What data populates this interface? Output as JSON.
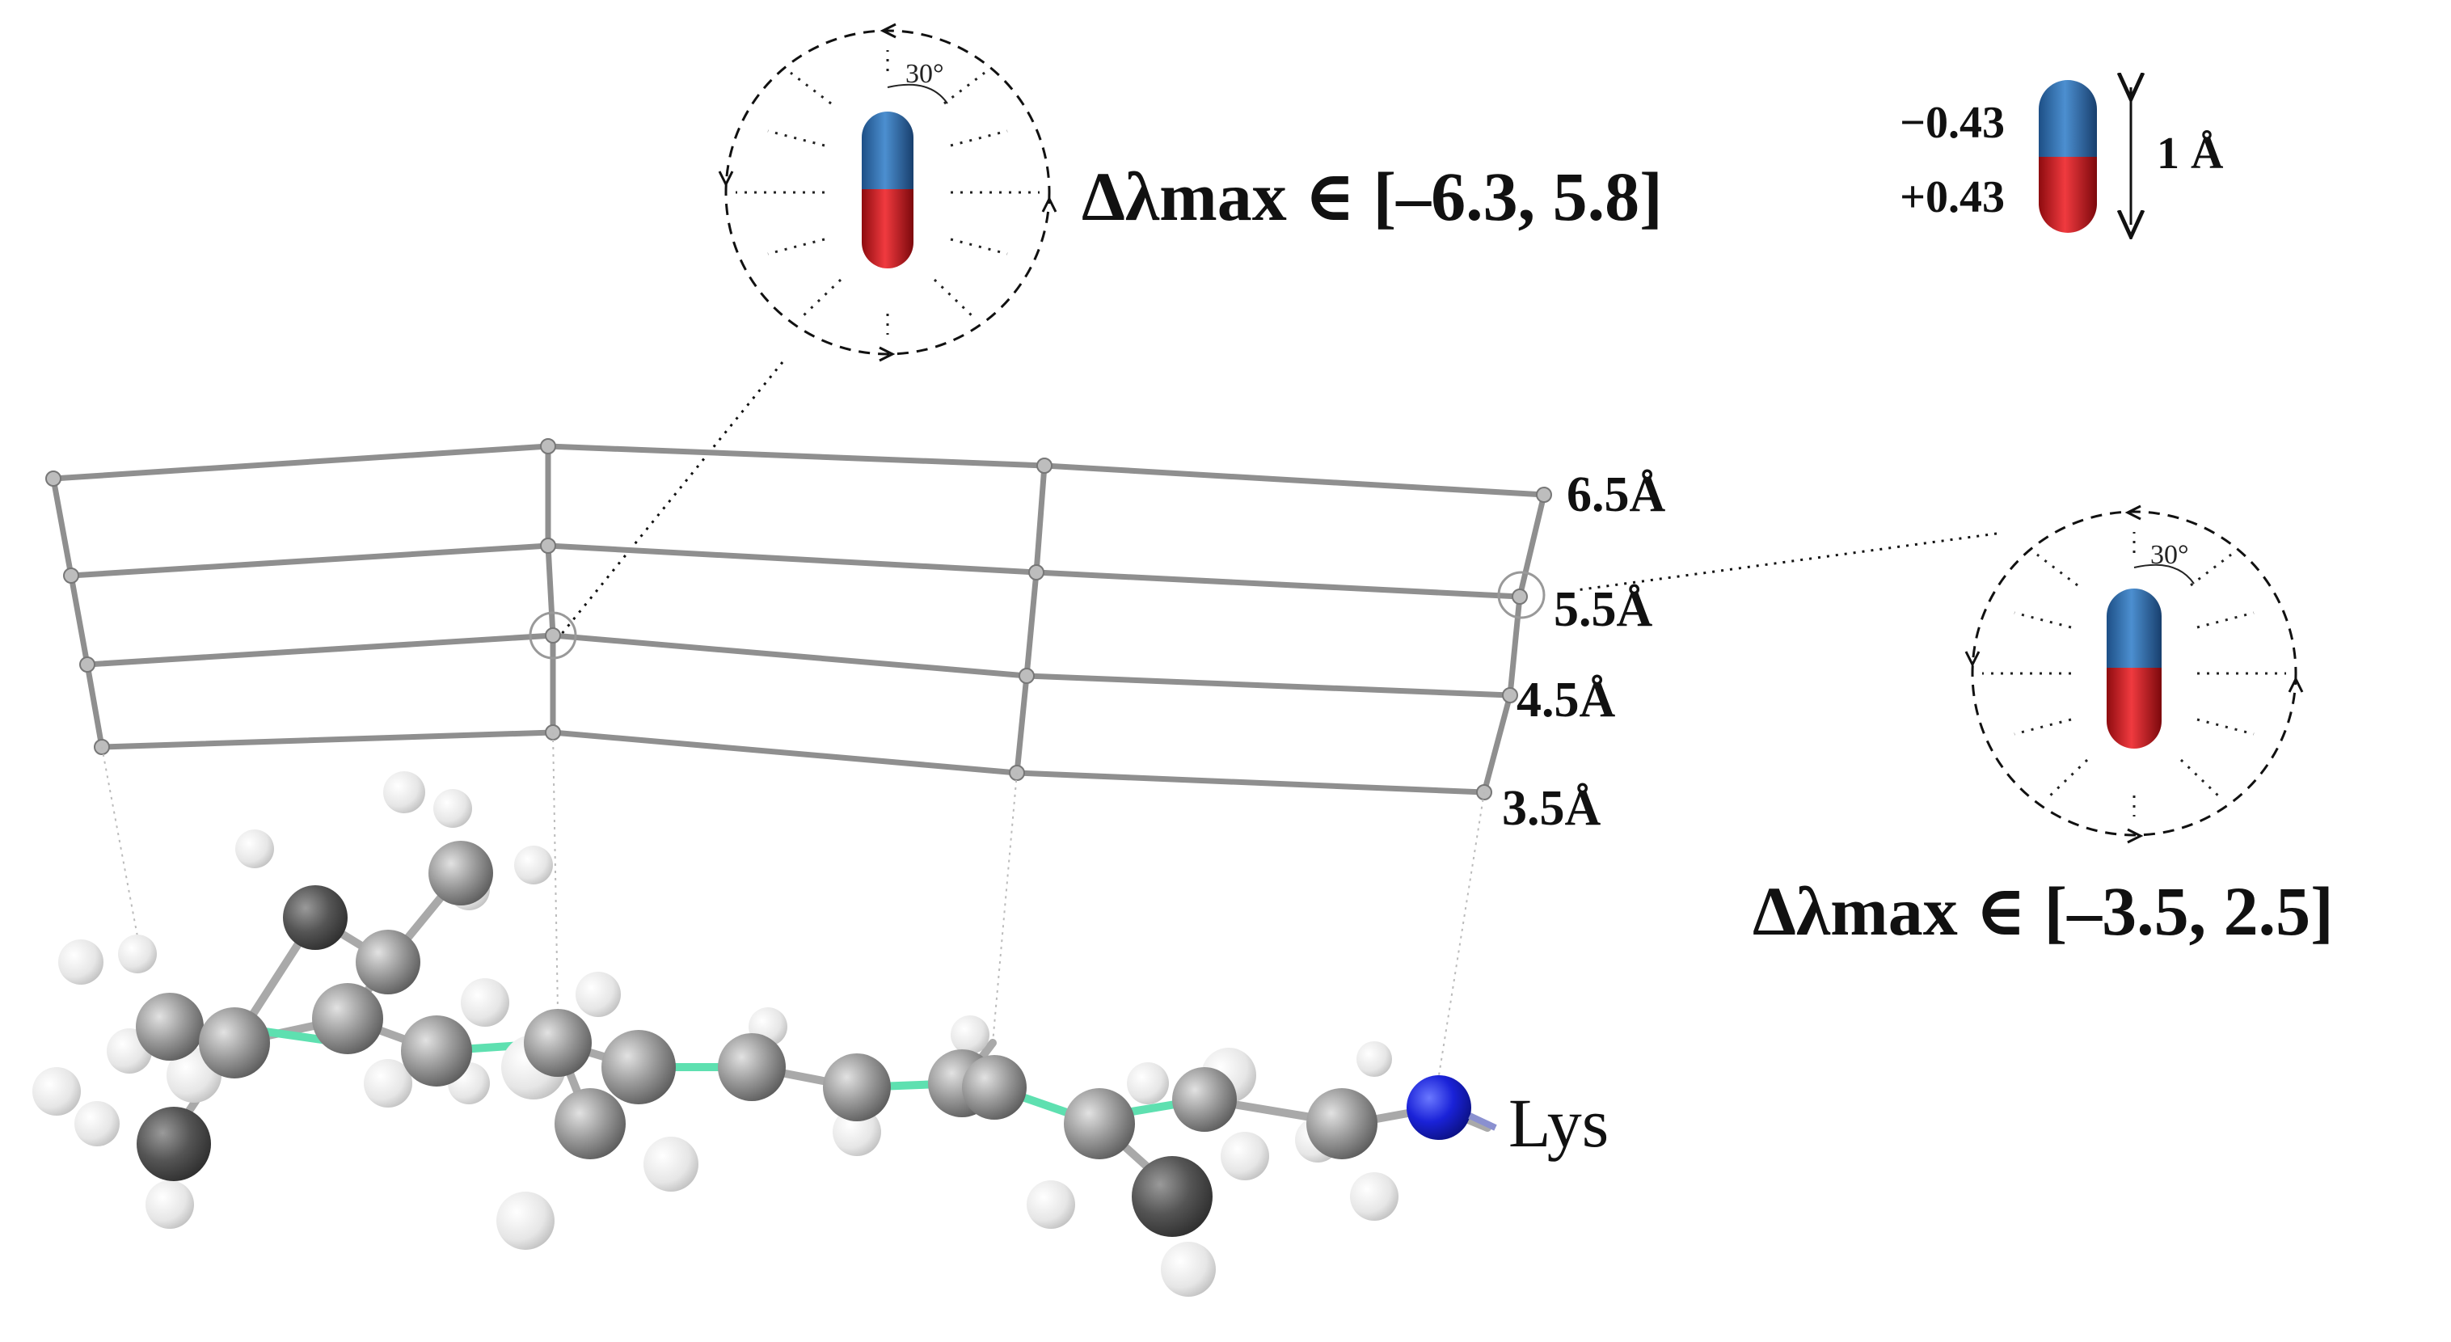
{
  "legend": {
    "charge_negative": "−0.43",
    "charge_positive": "+0.43",
    "length": "1 Å",
    "negative_color": "#2f6aa8",
    "positive_color": "#c0161c"
  },
  "probe_top": {
    "angle": "30°",
    "range": "Δλmax ∈ [–6.3, 5.8]"
  },
  "probe_right": {
    "angle": "30°",
    "range": "Δλmax ∈ [–3.5, 2.5]"
  },
  "grid": {
    "levels": [
      "6.5Å",
      "5.5Å",
      "4.5Å",
      "3.5Å"
    ]
  },
  "molecule": {
    "residue": "Lys"
  },
  "colors": {
    "probe_blue": "#2a67a6",
    "probe_red": "#d41419",
    "bond_green": "#5ee0b0",
    "nitrogen_blue": "#1a22d8",
    "carbon_grey": "#8c8c8c",
    "hydrogen_white": "#eeeeee"
  }
}
